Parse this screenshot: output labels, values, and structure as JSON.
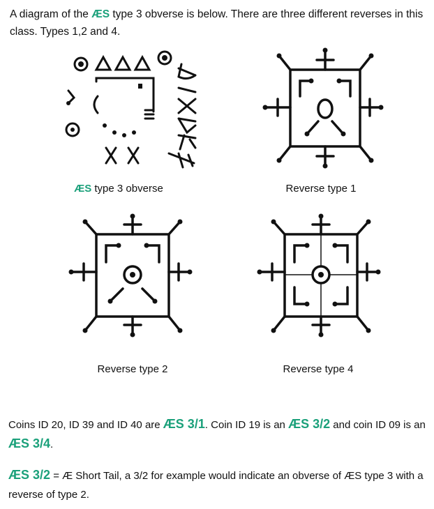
{
  "intro": {
    "part1": "A diagram of the ",
    "aes": "ÆS",
    "part2": " type 3 obverse is below. There are three different reverses in this class. Types 1,2 and 4."
  },
  "captions": {
    "obverse_aes": "ÆS",
    "obverse_rest": " type 3 obverse",
    "rev1": "Reverse type 1",
    "rev2": "Reverse type 2",
    "rev4": "Reverse type 4"
  },
  "para1": {
    "t1": "Coins ID 20, ID 39 and ID 40 are ",
    "c1": "ÆS 3/1",
    "t2": ".  Coin ID 19 is an ",
    "c2": "ÆS 3/2",
    "t3": "  and coin ID 09 is an ",
    "c3": "ÆS 3/4",
    "t4": "."
  },
  "para2": {
    "c1": "ÆS 3/2",
    "t1": "  =  Æ  Short Tail,  a 3/2 for example would indicate an obverse of  ÆS type 3 with a reverse of type 2."
  },
  "colors": {
    "accent": "#1aa07a",
    "text": "#111111"
  }
}
